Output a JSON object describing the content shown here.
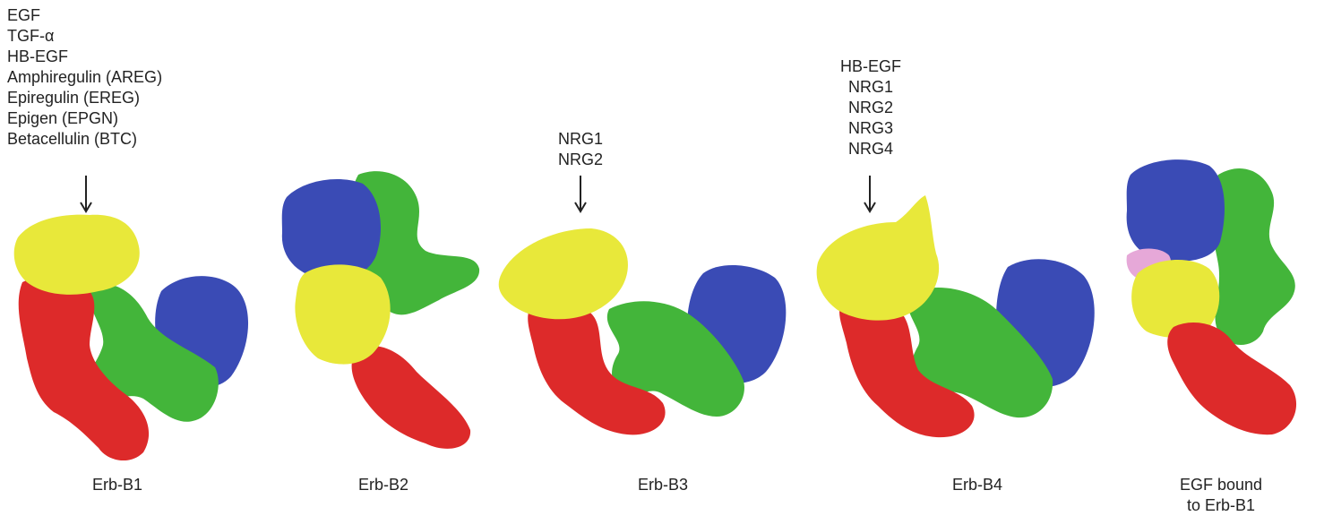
{
  "ligand_groups": {
    "erb_b1": [
      "EGF",
      "TGF-α",
      "HB-EGF",
      "Amphiregulin (AREG)",
      "Epiregulin (EREG)",
      "Epigen (EPGN)",
      "Betacellulin (BTC)"
    ],
    "erb_b3": [
      "NRG1",
      "NRG2"
    ],
    "erb_b4": [
      "HB-EGF",
      "NRG1",
      "NRG2",
      "NRG3",
      "NRG4"
    ]
  },
  "captions": {
    "b1": "Erb-B1",
    "b2": "Erb-B2",
    "b3": "Erb-B3",
    "b4": "Erb-B4",
    "b5_line1": "EGF bound",
    "b5_line2": "to Erb-B1"
  },
  "colors": {
    "domain_I": "#e8e83a",
    "domain_II": "#dd2a2a",
    "domain_III": "#43b53a",
    "domain_IV": "#3a4bb5",
    "egf": "#e6a8d8"
  }
}
